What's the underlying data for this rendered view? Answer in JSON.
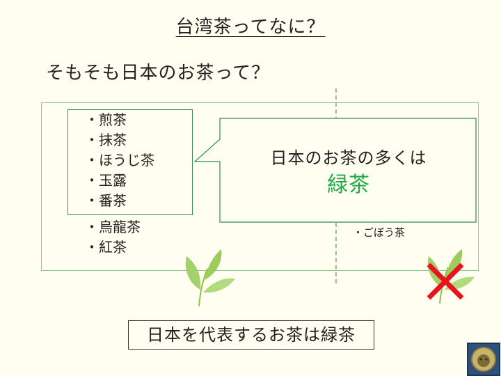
{
  "slide": {
    "title": "台湾茶ってなに？",
    "subtitle": "そもそも日本のお茶って？"
  },
  "green_teas": [
    "・煎茶",
    "・抹茶",
    "・ほうじ茶",
    "・玉露",
    "・番茶"
  ],
  "other_teas": [
    "・烏龍茶",
    "・紅茶"
  ],
  "right_list": [
    "・ごぼう茶"
  ],
  "callout": {
    "line1": "日本のお茶の多くは",
    "line2": "緑茶"
  },
  "conclusion": "日本を代表するお茶は緑茶",
  "icons": {
    "leaf": "tea-leaf-icon",
    "cross": "red-cross-icon",
    "logo": "logo-icon"
  },
  "colors": {
    "accent_green": "#1faa4a",
    "cross_red": "#e8141c",
    "leaf_green": "#8cc63f"
  }
}
